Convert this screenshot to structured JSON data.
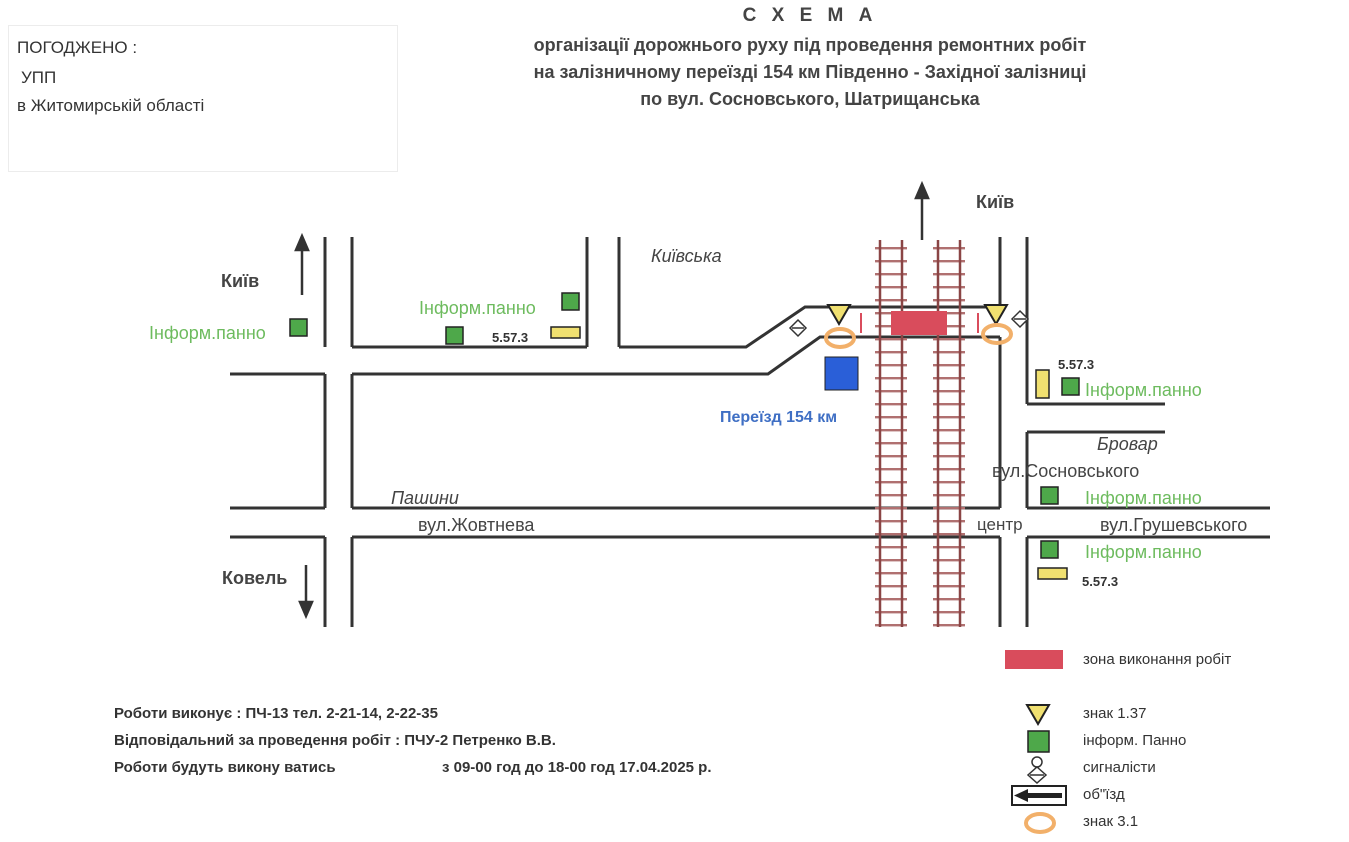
{
  "approval": {
    "line1": "ПОГОДЖЕНО :",
    "line2": "УПП",
    "line3": "в Житомирській області"
  },
  "header": {
    "title": "С Х Е М А",
    "subtitle_line1": "організації  дорожнього руху під проведення ремонтних робіт",
    "subtitle_line2": "на залізничному переїзді  154 км Південно - Західної  залізниці",
    "subtitle_line3": "по вул. Сосновського, Шатрищанська"
  },
  "map": {
    "kyiv_left": "Київ",
    "kyiv_top": "Київ",
    "kovel": "Ковель",
    "kyivska": "Київська",
    "pashyny": "Пашини",
    "zhovtneva": "вул.Жовтнева",
    "crossing": "Переїзд 154 км",
    "brovar": "Бровар",
    "sosnovskoho": "вул.Сосновського",
    "tsentr": "центр",
    "hrushevskoho": "вул.Грушевського",
    "info_panel": "Інформ.панно",
    "sign_5573": "5.57.3"
  },
  "legend": {
    "work_zone": "зона виконання робіт",
    "sign_137": "знак 1.37",
    "info_panel": "інформ. Панно",
    "signalmen": "сигналісти",
    "detour": "об\"їзд",
    "sign_31": "знак 3.1"
  },
  "footer": {
    "line1": "Роботи виконує : ПЧ-13  тел. 2-21-14, 2-22-35",
    "line2": "Відповідальний за проведення робіт : ПЧУ-2 Петренко В.В.",
    "line3_label": "Роботи будуть викону ватись",
    "line3_value": "з 09-00 год  до 18-00 год  17.04.2025 р."
  },
  "colors": {
    "info_green": "#4ea84a",
    "sign_yellow": "#f0e070",
    "work_red": "#d94c5c",
    "crossing_blue": "#2a5fd8",
    "sign31_orange": "#f2b06a",
    "rail_brown": "#8a4545",
    "label_green": "#6dbb5e"
  }
}
